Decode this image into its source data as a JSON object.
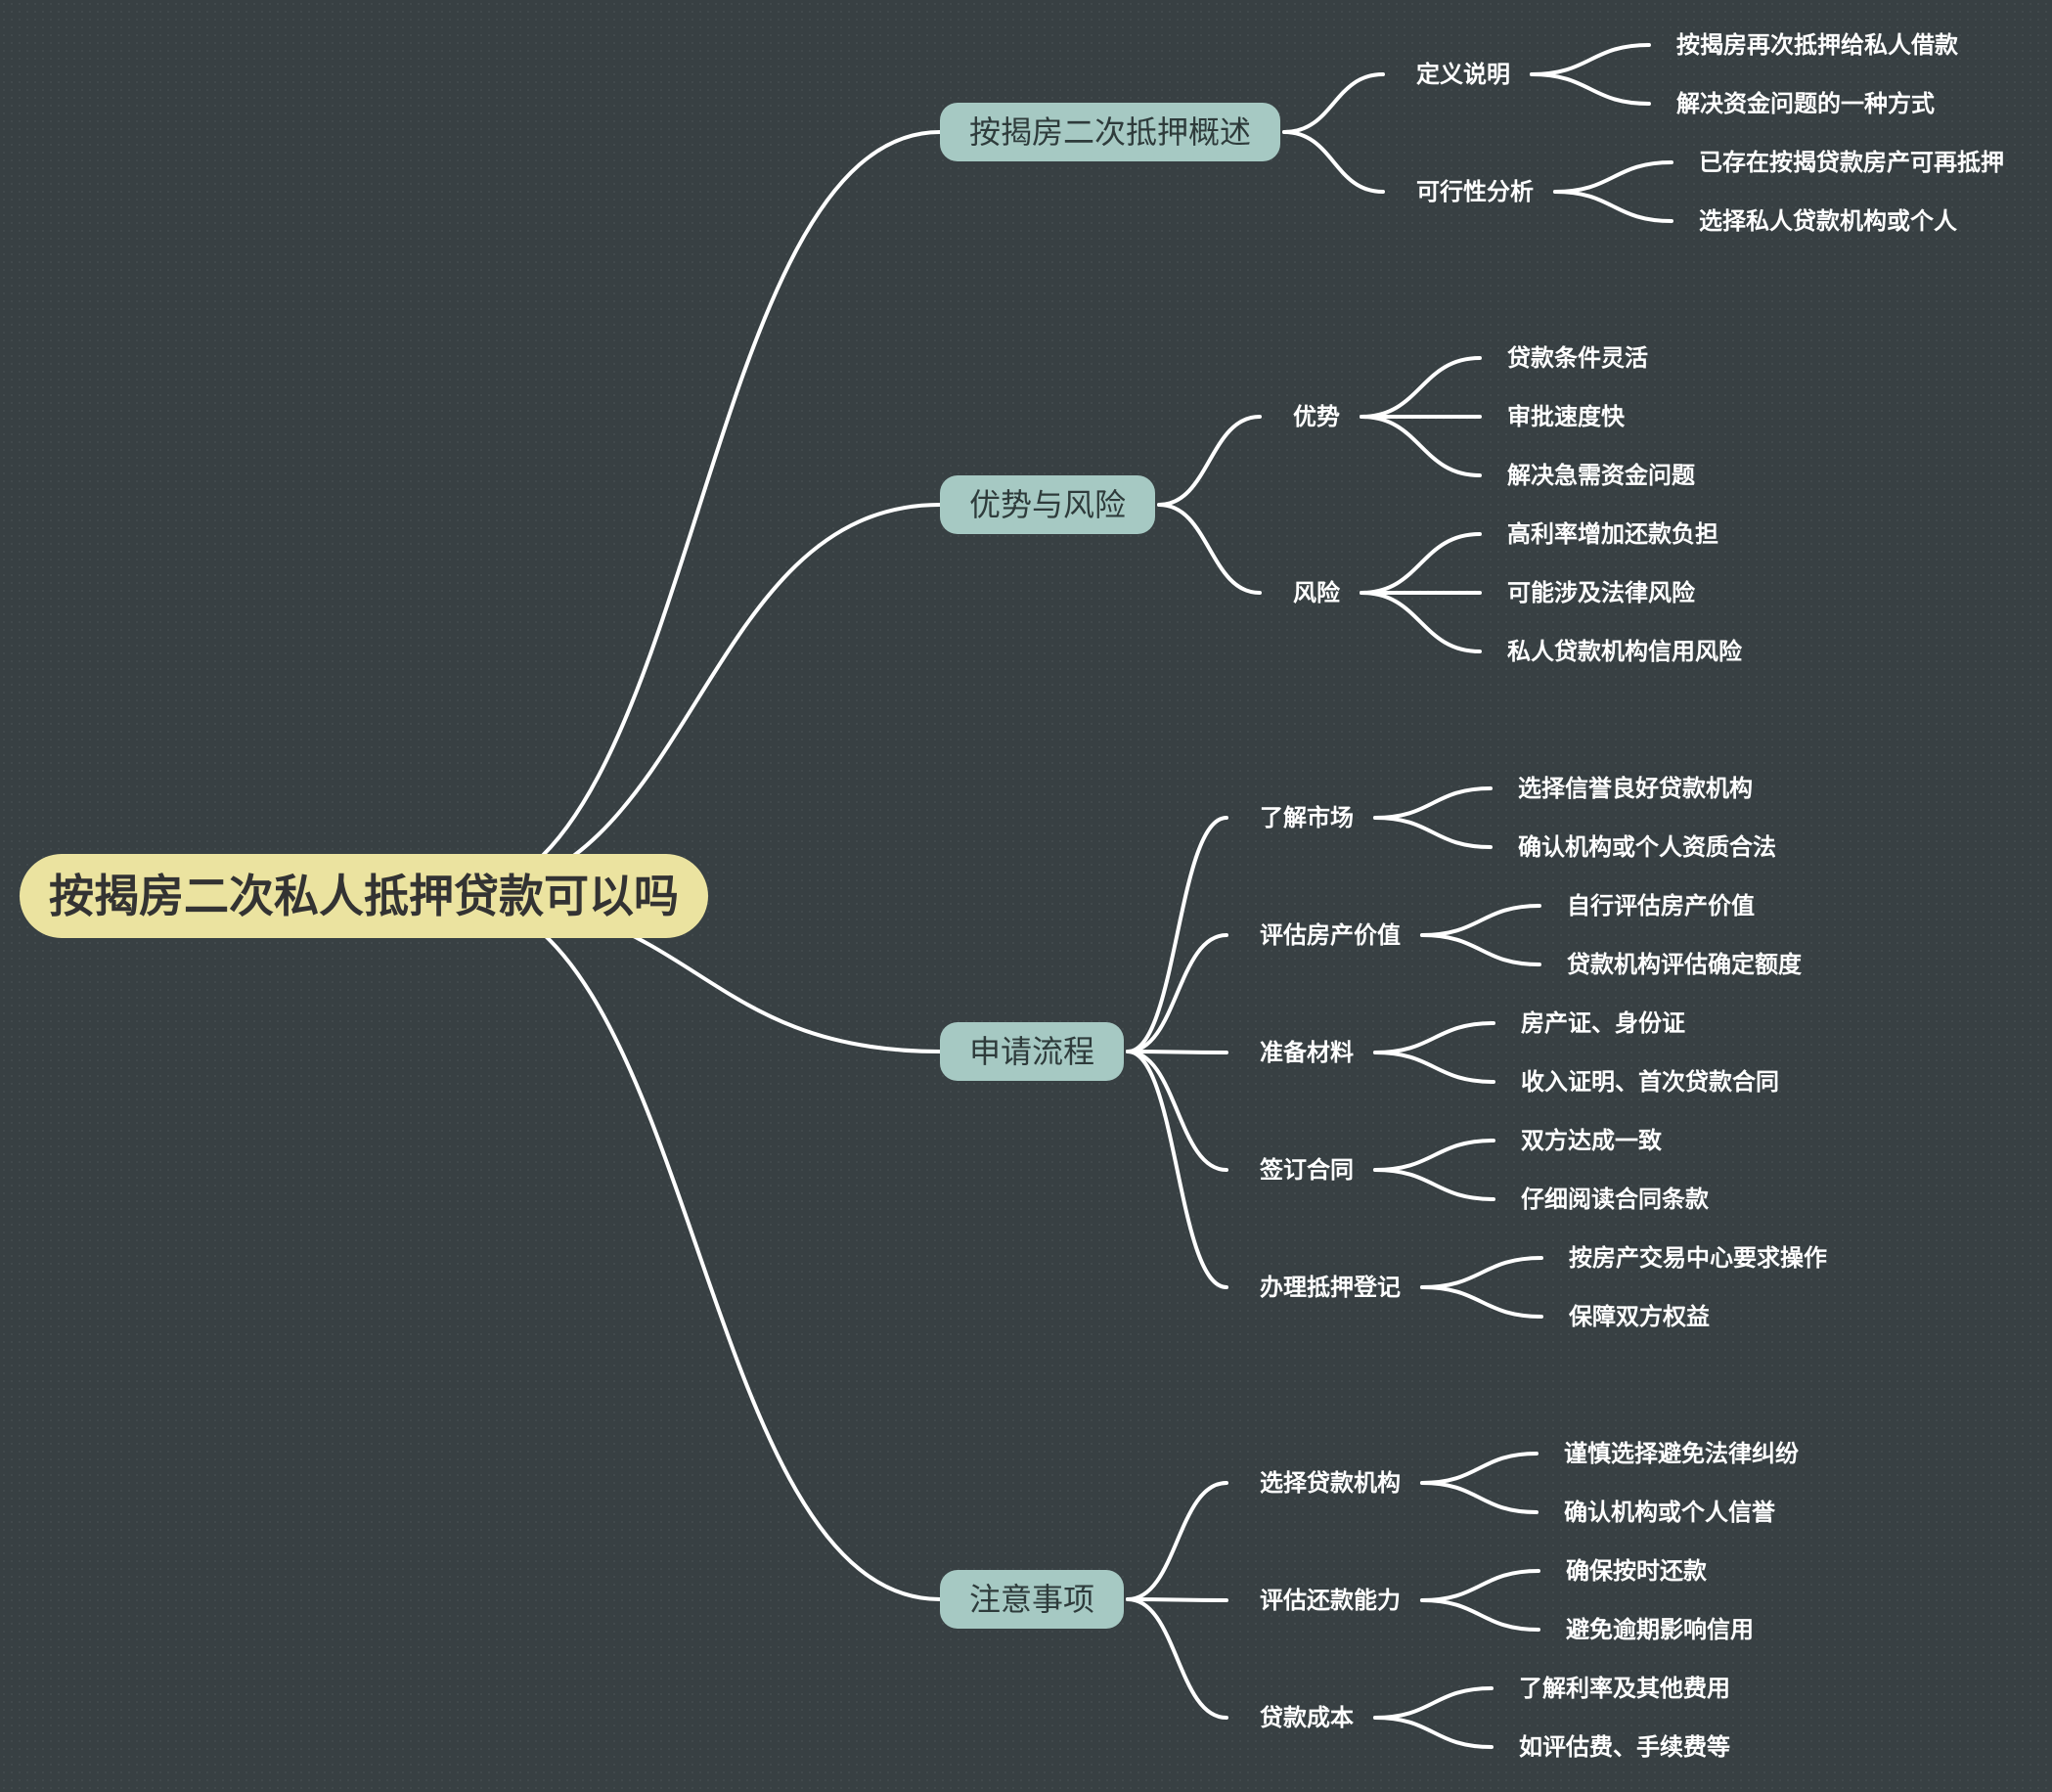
{
  "root": "按揭房二次私人抵押贷款可以吗",
  "branches": [
    {
      "label": "按揭房二次抵押概述",
      "children": [
        {
          "label": "定义说明",
          "leaves": [
            "按揭房再次抵押给私人借款",
            "解决资金问题的一种方式"
          ]
        },
        {
          "label": "可行性分析",
          "leaves": [
            "已存在按揭贷款房产可再抵押",
            "选择私人贷款机构或个人"
          ]
        }
      ]
    },
    {
      "label": "优势与风险",
      "children": [
        {
          "label": "优势",
          "leaves": [
            "贷款条件灵活",
            "审批速度快",
            "解决急需资金问题"
          ]
        },
        {
          "label": "风险",
          "leaves": [
            "高利率增加还款负担",
            "可能涉及法律风险",
            "私人贷款机构信用风险"
          ]
        }
      ]
    },
    {
      "label": "申请流程",
      "children": [
        {
          "label": "了解市场",
          "leaves": [
            "选择信誉良好贷款机构",
            "确认机构或个人资质合法"
          ]
        },
        {
          "label": "评估房产价值",
          "leaves": [
            "自行评估房产价值",
            "贷款机构评估确定额度"
          ]
        },
        {
          "label": "准备材料",
          "leaves": [
            "房产证、身份证",
            "收入证明、首次贷款合同"
          ]
        },
        {
          "label": "签订合同",
          "leaves": [
            "双方达成一致",
            "仔细阅读合同条款"
          ]
        },
        {
          "label": "办理抵押登记",
          "leaves": [
            "按房产交易中心要求操作",
            "保障双方权益"
          ]
        }
      ]
    },
    {
      "label": "注意事项",
      "children": [
        {
          "label": "选择贷款机构",
          "leaves": [
            "谨慎选择避免法律纠纷",
            "确认机构或个人信誉"
          ]
        },
        {
          "label": "评估还款能力",
          "leaves": [
            "确保按时还款",
            "避免逾期影响信用"
          ]
        },
        {
          "label": "贷款成本",
          "leaves": [
            "了解利率及其他费用",
            "如评估费、手续费等"
          ]
        }
      ]
    }
  ]
}
